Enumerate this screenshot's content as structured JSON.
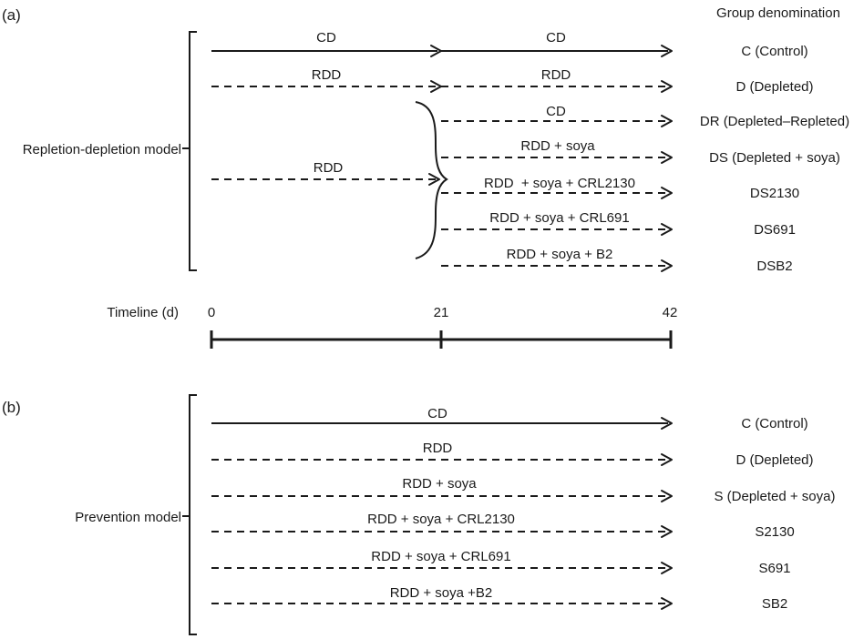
{
  "panel_a": {
    "label": "(a)",
    "header": "Group denomination",
    "model": "Repletion-depletion model",
    "rows": [
      {
        "seg1": "CD",
        "seg2": "CD",
        "group": "C (Control)"
      },
      {
        "seg1": "RDD",
        "seg2": "RDD",
        "group": "D (Depleted)"
      },
      {
        "seg2": "CD",
        "group": "DR (Depleted–Repleted)"
      },
      {
        "seg2": "RDD + soya",
        "group": "DS (Depleted + soya)"
      },
      {
        "seg1": "RDD",
        "seg2": "RDD  + soya + CRL2130",
        "group": "DS2130"
      },
      {
        "seg2": "RDD + soya + CRL691",
        "group": "DS691"
      },
      {
        "seg2": "RDD + soya + B2",
        "group": "DSB2"
      }
    ]
  },
  "timeline": {
    "label": "Timeline (d)",
    "ticks": [
      "0",
      "21",
      "42"
    ]
  },
  "panel_b": {
    "label": "(b)",
    "model": "Prevention model",
    "rows": [
      {
        "text": "CD",
        "group": "C (Control)"
      },
      {
        "text": "RDD",
        "group": "D (Depleted)"
      },
      {
        "text": "RDD + soya",
        "group": "S (Depleted + soya)"
      },
      {
        "text": "RDD + soya + CRL2130",
        "group": "S2130"
      },
      {
        "text": "RDD + soya + CRL691",
        "group": "S691"
      },
      {
        "text": "RDD + soya +B2",
        "group": "SB2"
      }
    ]
  },
  "colors": {
    "ink": "#1a1a1a",
    "background": "#ffffff"
  }
}
